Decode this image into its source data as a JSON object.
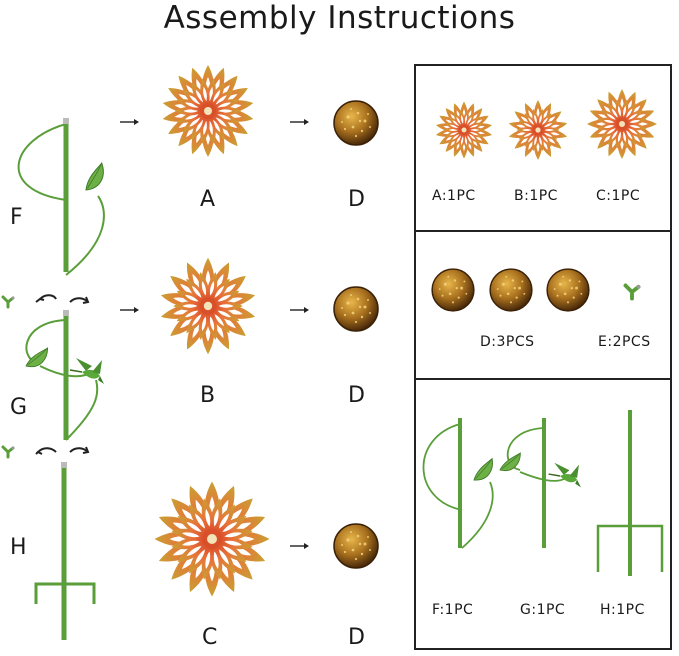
{
  "title": "Assembly Instructions",
  "labels": {
    "F": "F",
    "G": "G",
    "H": "H",
    "A": "A",
    "B": "B",
    "C": "C",
    "D1": "D",
    "D2": "D",
    "D3": "D"
  },
  "parts": {
    "a": "A:1PC",
    "b": "B:1PC",
    "c": "C:1PC",
    "d": "D:3PCS",
    "e": "E:2PCS",
    "f": "F:1PC",
    "g": "G:1PC",
    "h": "H:1PC"
  },
  "colors": {
    "stake_green": "#5a9e3a",
    "petal_orange": "#e8743a",
    "petal_gold": "#c8a032",
    "ball_bronze": "#8a5a1c"
  },
  "icons": [
    "flower-icon",
    "copper-ball-icon",
    "connector-icon",
    "arrow-right-icon",
    "rotate-arrows-icon",
    "hummingbird-icon",
    "leaf-icon"
  ]
}
